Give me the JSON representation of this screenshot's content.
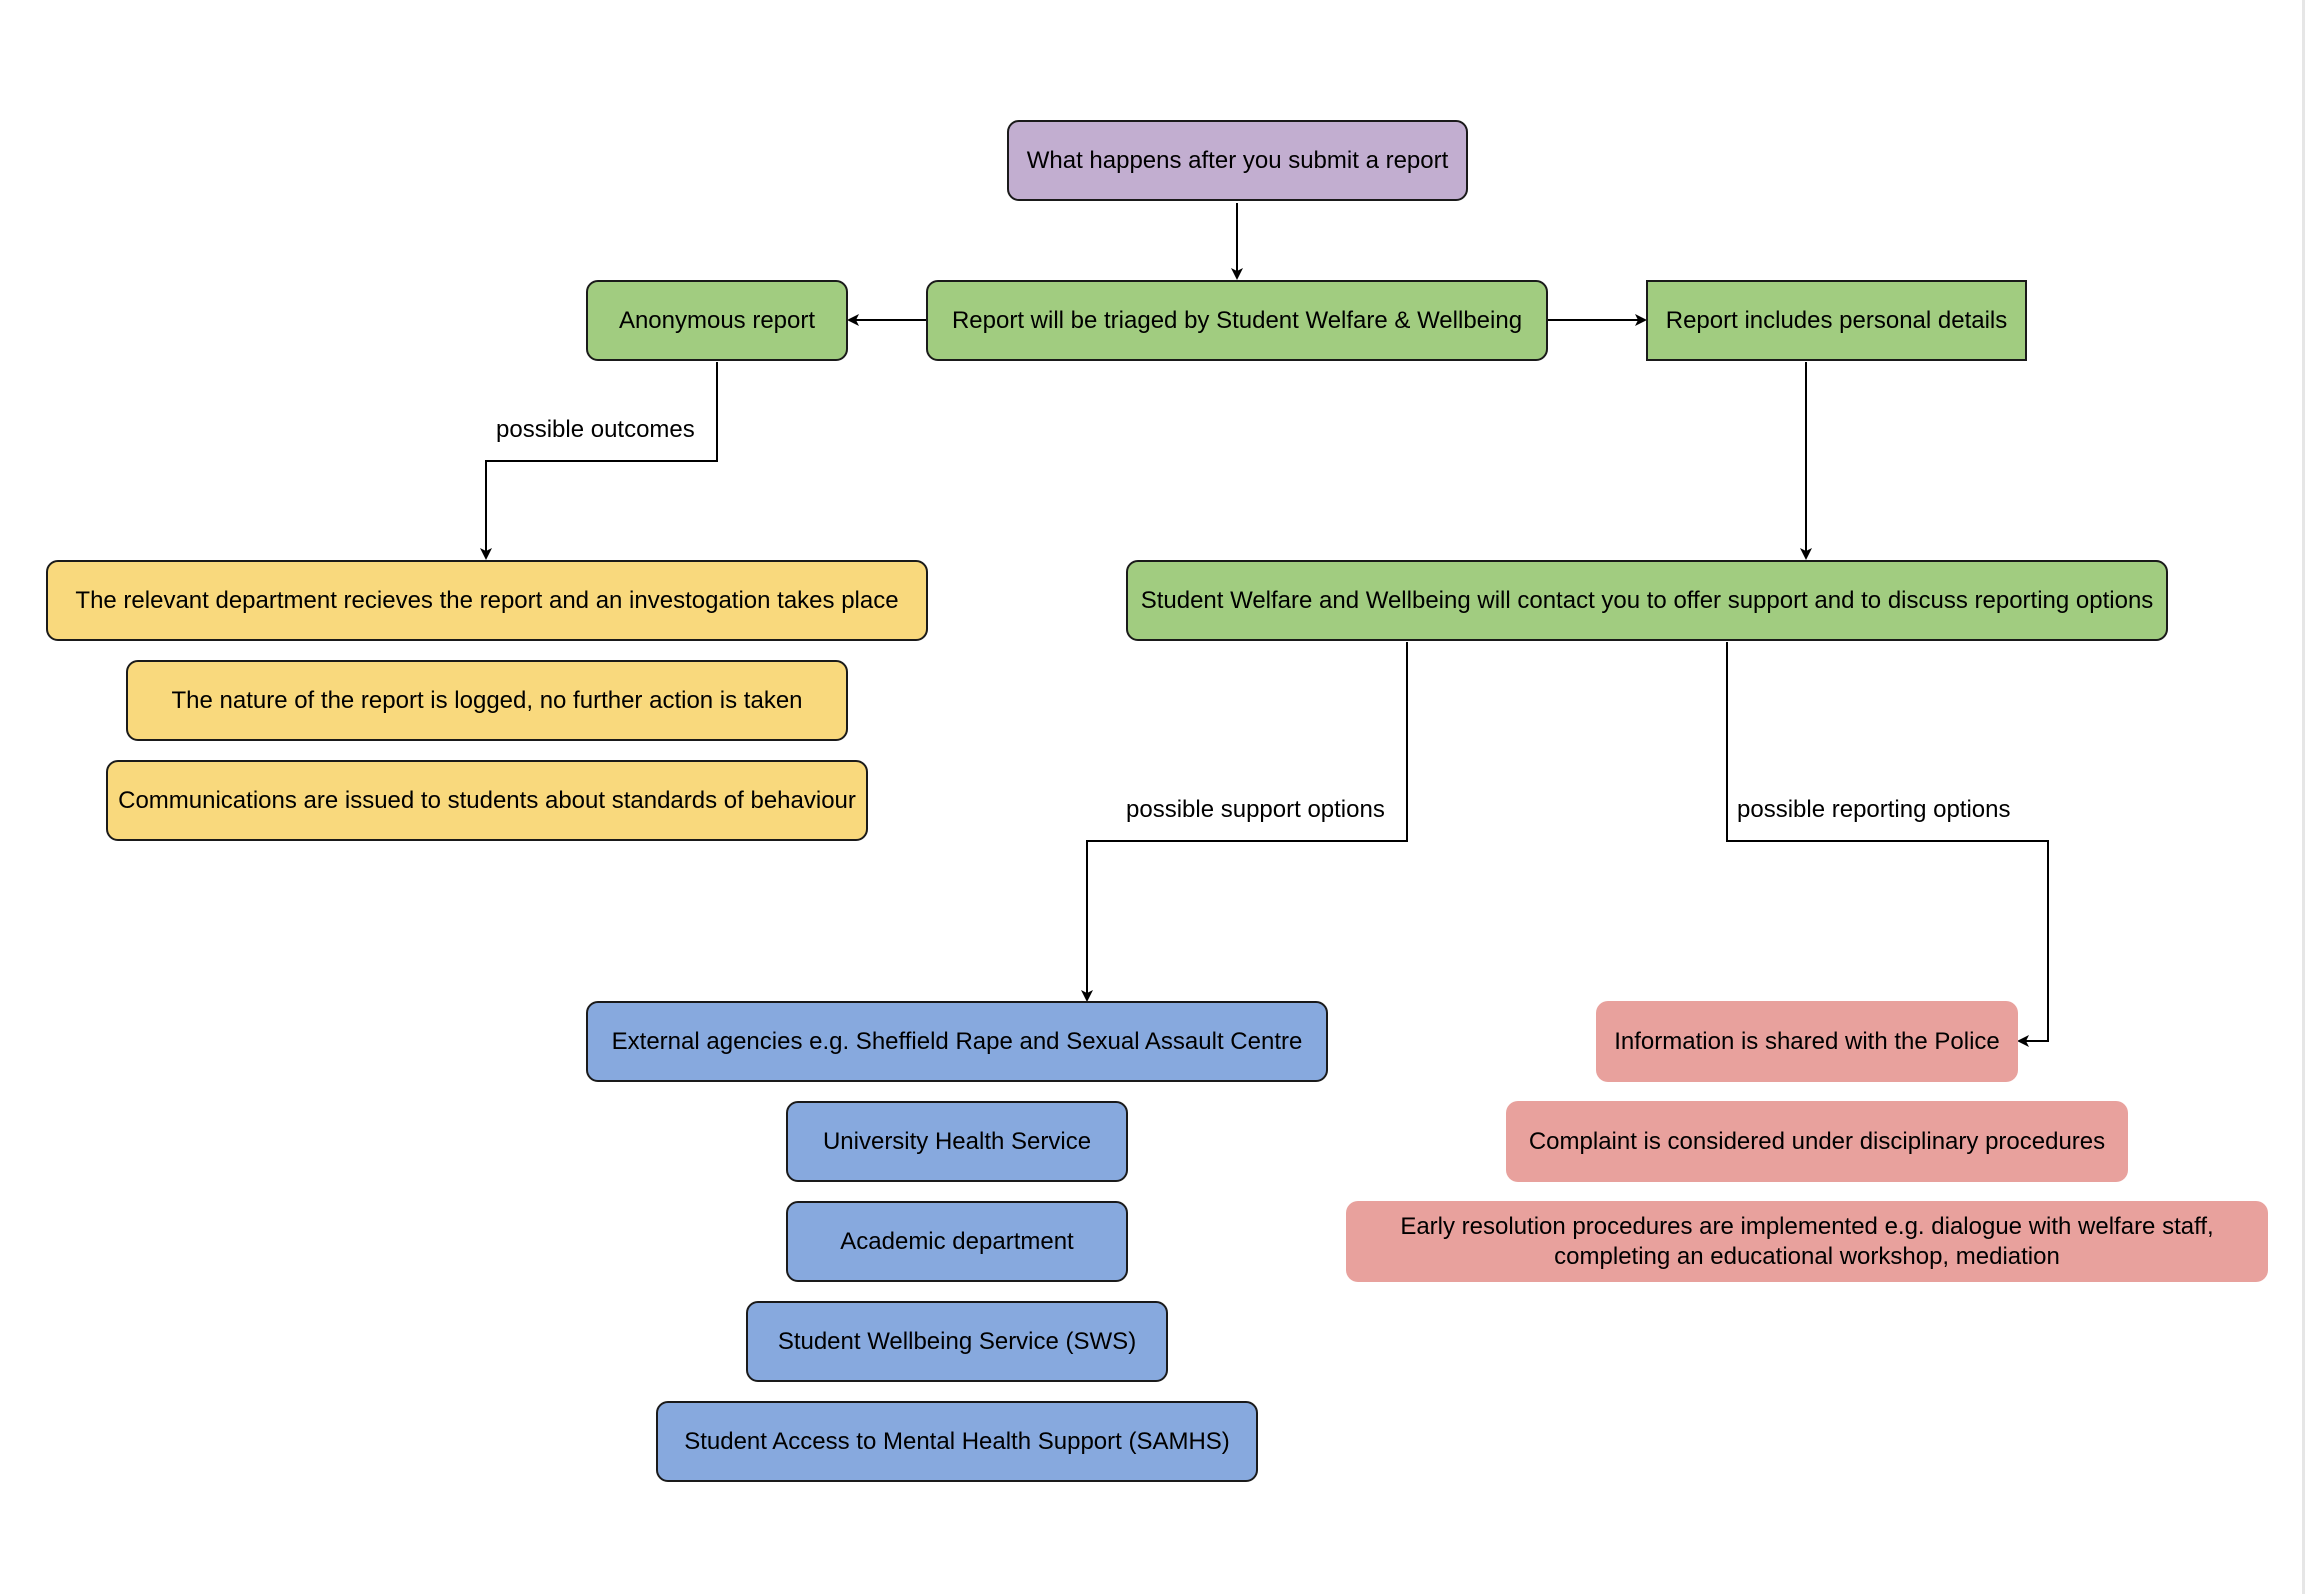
{
  "colors": {
    "purple": "#c2aed0",
    "green": "#a1cc80",
    "yellow": "#f9d97d",
    "blue": "#87a9de",
    "red": "#e8a19d",
    "stroke": "#1a1a1a"
  },
  "nodes": {
    "root": "What happens after you submit a report",
    "triage": "Report will be triaged by Student Welfare & Wellbeing",
    "anonymous": "Anonymous report",
    "personal": "Report includes personal details",
    "contact": "Student Welfare and Wellbeing will contact you to offer support and to discuss reporting options",
    "outcomes": [
      "The relevant department recieves the report and an investogation takes place",
      "The nature of the report is logged, no further action is taken",
      "Communications are issued to students about standards of behaviour"
    ],
    "support": [
      "External agencies e.g. Sheffield Rape and Sexual Assault Centre",
      "University Health Service",
      "Academic department",
      "Student Wellbeing Service (SWS)",
      "Student Access to Mental Health Support (SAMHS)"
    ],
    "reporting": [
      "Information is shared with the Police",
      "Complaint is considered under disciplinary procedures",
      "Early resolution procedures are implemented e.g. dialogue with welfare staff, completing an educational workshop, mediation"
    ]
  },
  "edge_labels": {
    "outcomes": "possible outcomes",
    "support": "possible support options",
    "reporting": "possible reporting options"
  }
}
